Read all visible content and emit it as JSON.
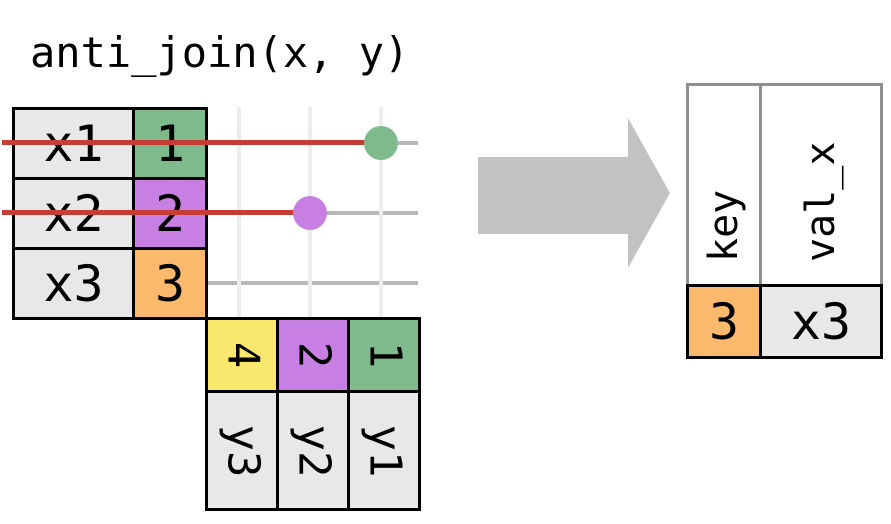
{
  "title": "anti_join(x, y)",
  "palette": {
    "green": "#7eba8c",
    "purple": "#c77fe3",
    "orange": "#fbb96e",
    "yellow": "#f9e76e",
    "cell_gray": "#e8e8e8",
    "white": "#ffffff",
    "red_line": "#c63d35",
    "grid_h_gray": "#b9b9b9",
    "grid_v_gray": "#ededed",
    "arrow_gray": "#c2c2c2",
    "black_border": "#000000",
    "result_header_border": "#8f8f8f"
  },
  "table_x": {
    "rows": [
      {
        "val_x": "x1",
        "key": "1"
      },
      {
        "val_x": "x2",
        "key": "2"
      },
      {
        "val_x": "x3",
        "key": "3"
      }
    ]
  },
  "table_y": {
    "columns": [
      {
        "key": "4",
        "val_y": "y3"
      },
      {
        "key": "2",
        "val_y": "y2"
      },
      {
        "key": "1",
        "val_y": "y1"
      }
    ]
  },
  "match_dots": [
    {
      "matched_key": "1",
      "color": "green"
    },
    {
      "matched_key": "2",
      "color": "purple"
    }
  ],
  "result_table": {
    "headers": {
      "key": "key",
      "val_x": "val_x"
    },
    "rows": [
      {
        "key": "3",
        "val_x": "x3"
      }
    ]
  }
}
